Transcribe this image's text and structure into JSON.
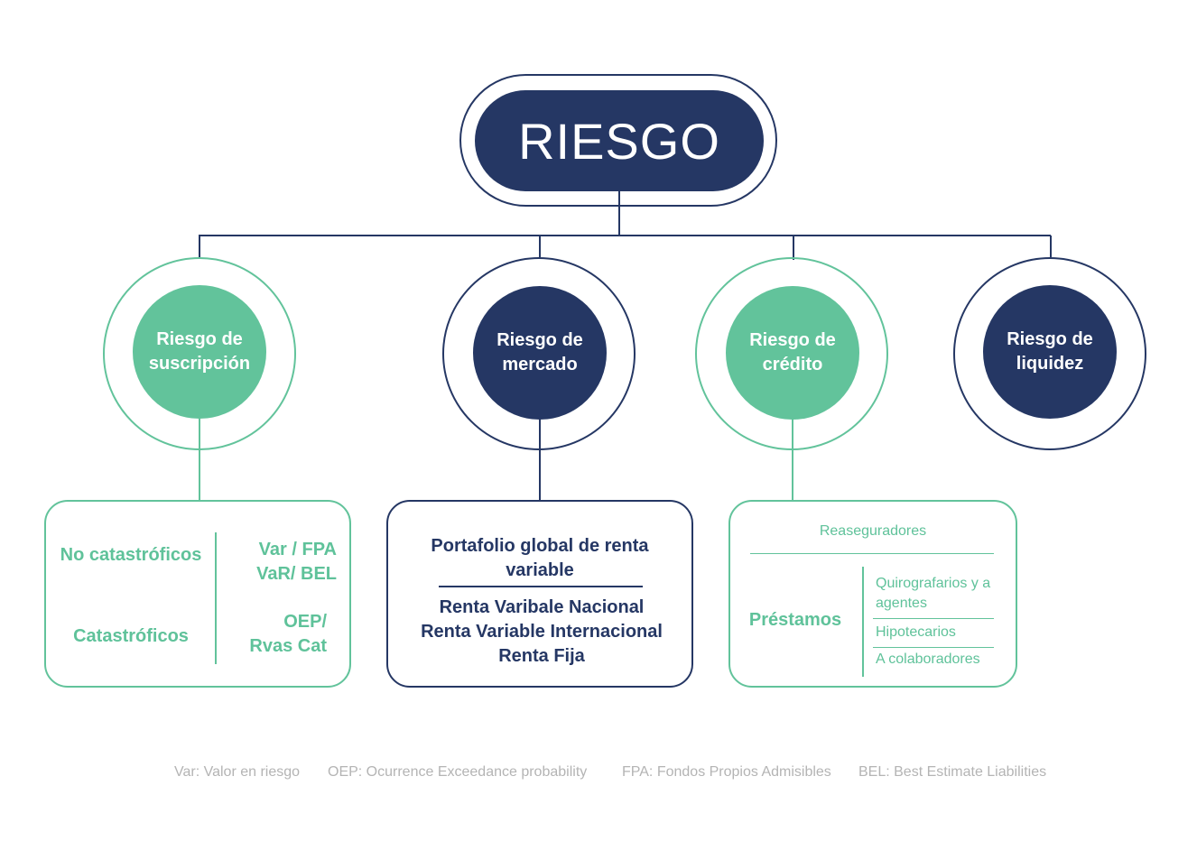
{
  "root": {
    "title": "RIESGO"
  },
  "categories": {
    "suscripcion": {
      "label": "Riesgo de suscripción"
    },
    "mercado": {
      "label": "Riesgo de mercado"
    },
    "credito": {
      "label": "Riesgo de crédito"
    },
    "liquidez": {
      "label": "Riesgo de liquidez"
    }
  },
  "suscripcion_box": {
    "left_top": "No catastróficos",
    "left_bottom": "Catastróficos",
    "right_top_line1": "Var / FPA",
    "right_top_line2": "VaR/ BEL",
    "right_bottom_line1": "OEP/",
    "right_bottom_line2": "Rvas Cat"
  },
  "mercado_box": {
    "header": "Portafolio global de renta variable",
    "items": [
      "Renta Varibale Nacional",
      "Renta Variable Internacional",
      "Renta Fija"
    ]
  },
  "credito_box": {
    "top": "Reaseguradores",
    "left": "Préstamos",
    "items": [
      "Quirografarios y a agentes",
      "Hipotecarios",
      "A colaboradores"
    ]
  },
  "footer": [
    "Var: Valor en riesgo",
    "OEP: Ocurrence Exceedance probability",
    "FPA: Fondos Propios Admisibles",
    "BEL: Best Estimate Liabilities"
  ],
  "colors": {
    "navy": "#253764",
    "green": "#62c39b",
    "footer_gray": "#b4b4b4"
  }
}
